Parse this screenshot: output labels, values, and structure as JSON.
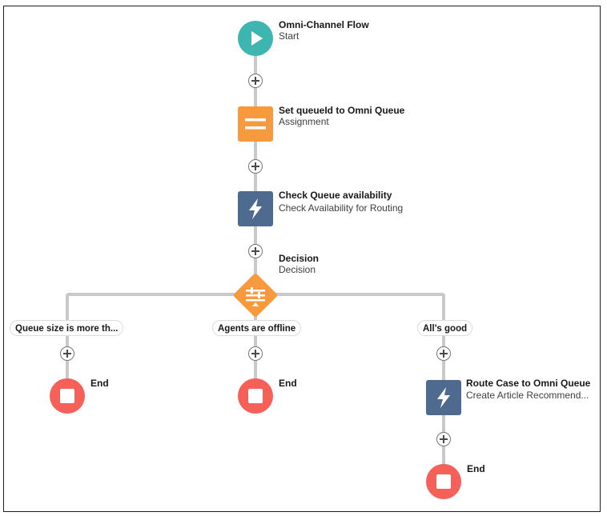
{
  "colors": {
    "start": "#3fb5b1",
    "assignment": "#f79a3e",
    "action": "#4e6b8f",
    "decision": "#f79a3e",
    "end": "#f56158",
    "connector": "#c9c9c9"
  },
  "nodes": {
    "start": {
      "title": "Omni-Channel Flow",
      "subtitle": "Start",
      "icon": "play-icon"
    },
    "assignment": {
      "title": "Set queueId to Omni Queue",
      "subtitle": "Assignment",
      "icon": "equals-icon"
    },
    "action_check": {
      "title": "Check Queue availability",
      "subtitle": "Check Availability for Routing",
      "icon": "lightning-icon"
    },
    "decision": {
      "title": "Decision",
      "subtitle": "Decision",
      "icon": "decision-icon"
    },
    "action_route": {
      "title": "Route Case to Omni Queue",
      "subtitle": "Create Article Recommend...",
      "icon": "lightning-icon"
    }
  },
  "branches": [
    {
      "label": "Queue size is more th...",
      "end_label": "End"
    },
    {
      "label": "Agents are offline",
      "end_label": "End"
    },
    {
      "label": "All's good",
      "end_label": "End"
    }
  ],
  "final_end_label": "End"
}
